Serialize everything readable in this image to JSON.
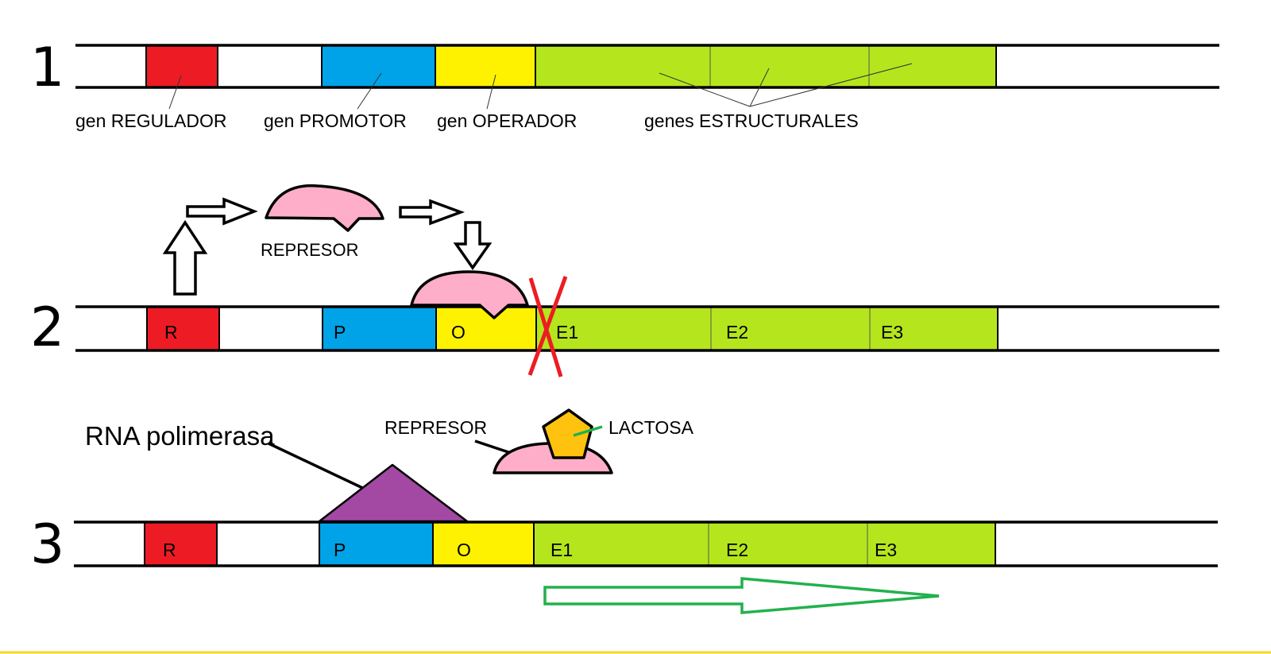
{
  "row1": {
    "number": "1",
    "labels": {
      "regulator": "gen REGULADOR",
      "promoter": "gen PROMOTOR",
      "operator": "gen OPERADOR",
      "structural": "genes ESTRUCTURALES"
    }
  },
  "row2": {
    "number": "2",
    "repressor_label": "REPRESOR",
    "segments": {
      "r": "R",
      "p": "P",
      "o": "O",
      "e1": "E1",
      "e2": "E2",
      "e3": "E3"
    }
  },
  "row3": {
    "number": "3",
    "rna_polymerase_label": "RNA polimerasa",
    "repressor_label": "REPRESOR",
    "lactose_label": "LACTOSA",
    "segments": {
      "r": "R",
      "p": "P",
      "o": "O",
      "e1": "E1",
      "e2": "E2",
      "e3": "E3"
    }
  },
  "colors": {
    "regulator": "#ed1c24",
    "promoter": "#00a2e8",
    "operator": "#fff200",
    "structural": "#b5e61d",
    "repressor": "#ffaec9",
    "lactose": "#ffc20e",
    "rna_polymerase": "#a349a4",
    "block": "#ed1c24",
    "transcription_arrow": "#22b14c",
    "bottom_rule": "#f5d92a"
  }
}
